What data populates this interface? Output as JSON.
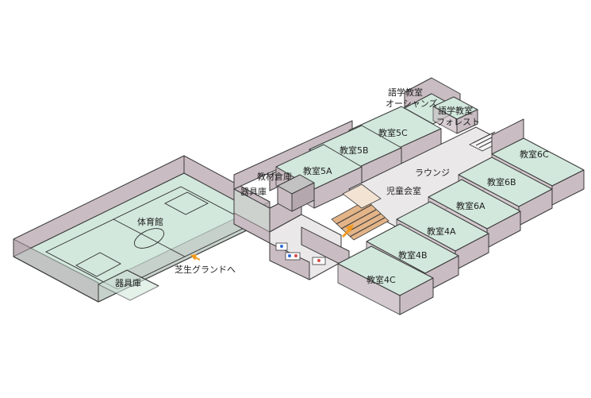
{
  "floor_map": {
    "labels": {
      "gym": "体育館",
      "storage_gym": "器具庫",
      "storage_lab": "器具庫",
      "materials_room": "教材倉庫",
      "room_5a": "教室5A",
      "room_5b": "教室5B",
      "room_5c": "教室5C",
      "language_oceans_line1": "語学教室",
      "language_oceans_line2": "オーシャンズ",
      "language_forest_line1": "語学教室",
      "language_forest_line2": "フォレスト",
      "lounge": "ラウンジ",
      "children_hall": "児童会室",
      "room_6c": "教室6C",
      "room_6b": "教室6B",
      "room_6a": "教室6A",
      "room_4a": "教室4A",
      "room_4b": "教室4B",
      "room_4c": "教室4C",
      "to_lawn_ground": "芝生グランドへ"
    },
    "colors": {
      "floor_green": "#d2e8dc",
      "wall_gray": "#c9bcc2",
      "edge": "#3a3a3a",
      "lounge_floor": "#ebe8e9",
      "stair_orange": "#e3b488",
      "arrow_orange": "#f39a1e",
      "court_line": "#2f2f2f"
    },
    "icons": [
      "stairs-icon",
      "up-arrow-icon",
      "restroom-icon",
      "accessible-icon",
      "direction-arrow-icon"
    ]
  }
}
